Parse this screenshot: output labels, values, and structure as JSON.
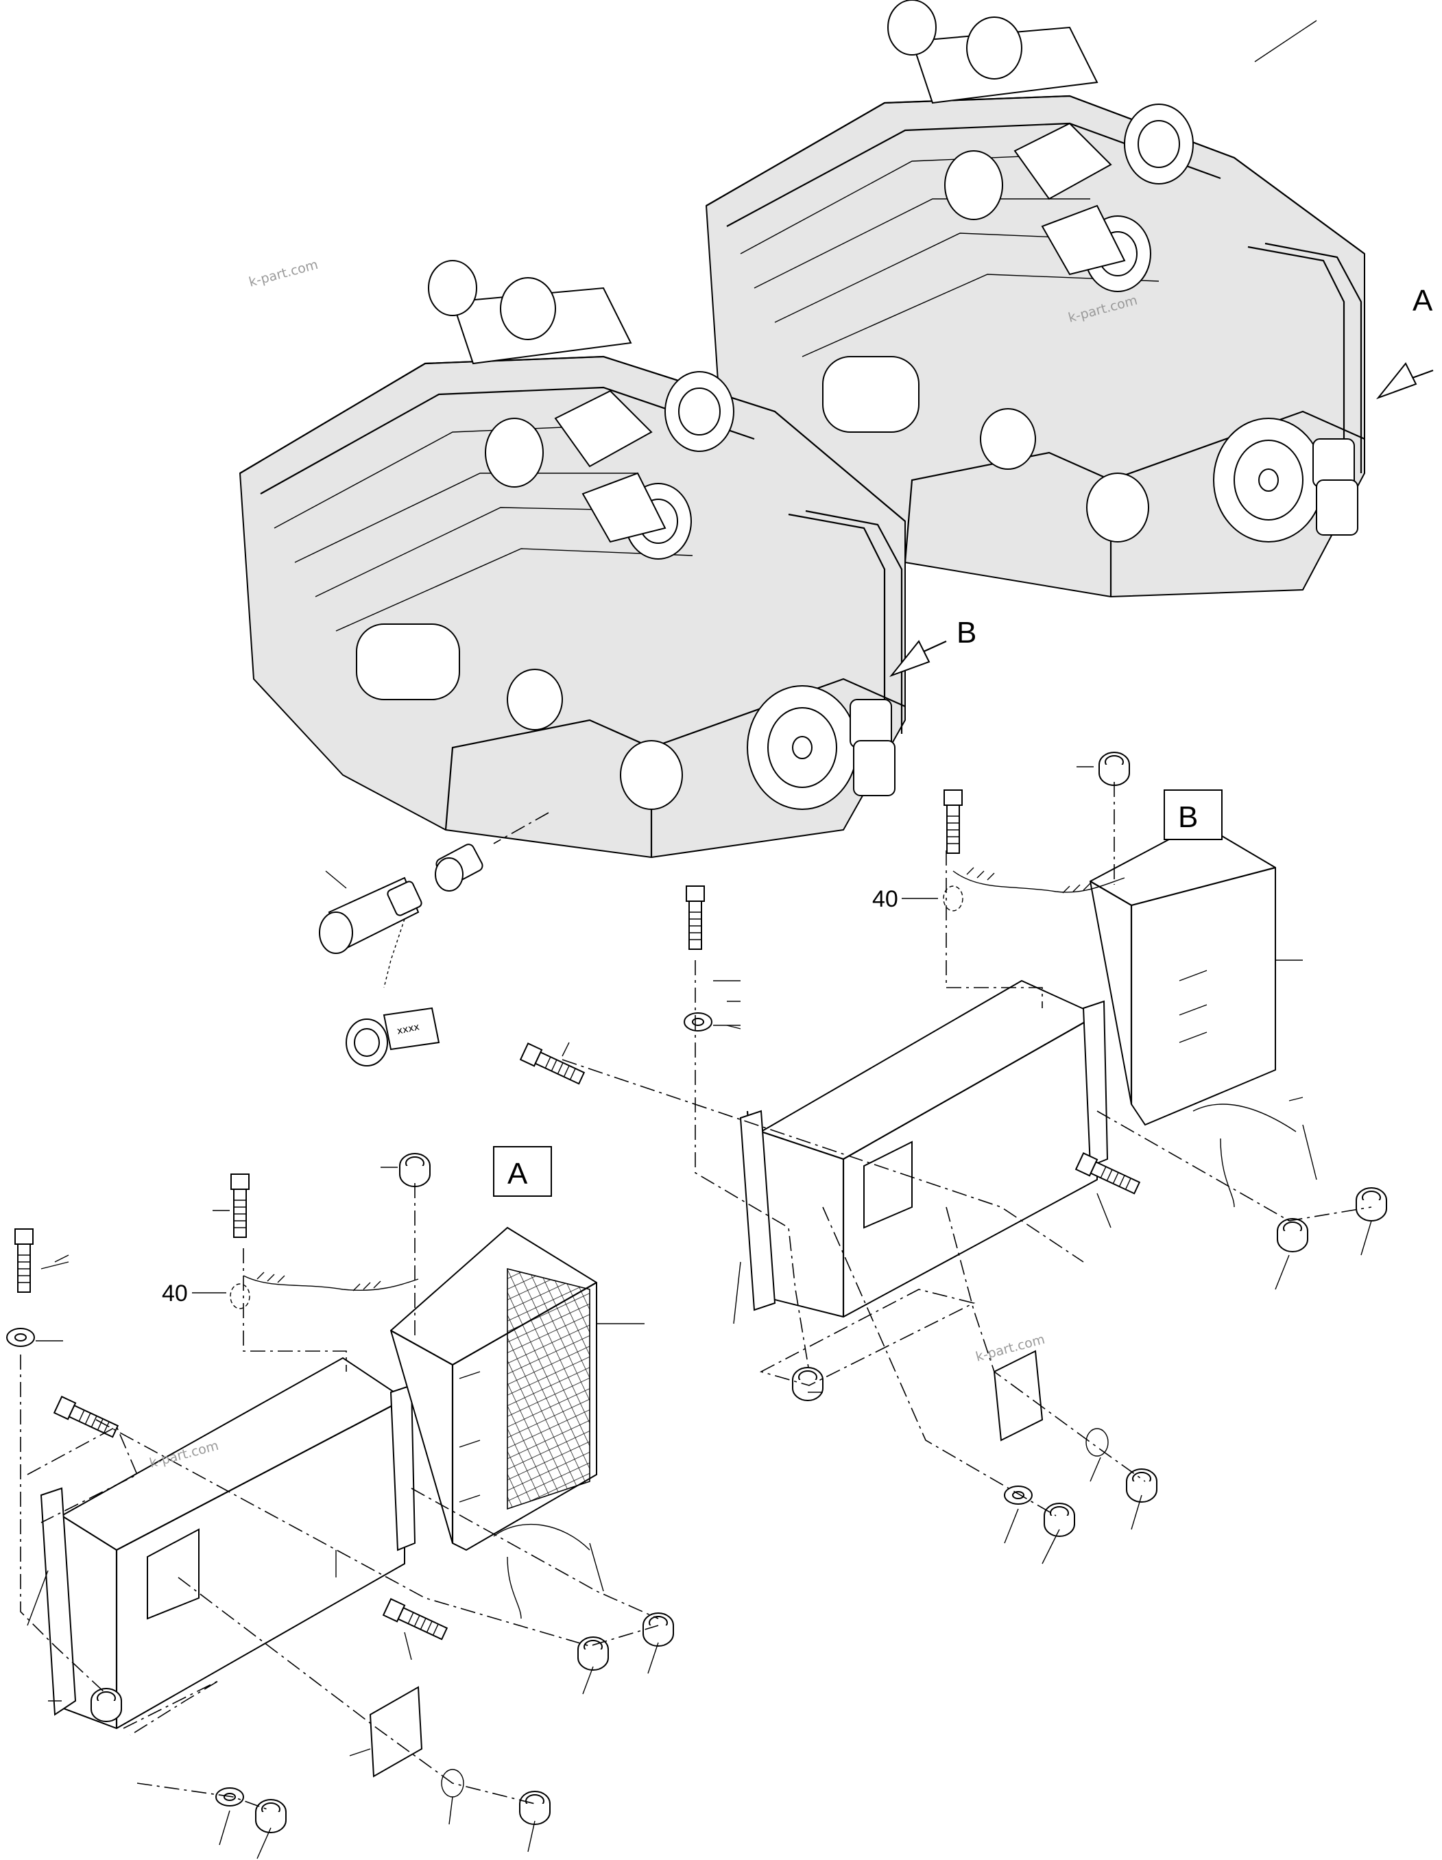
{
  "diagram": {
    "view_labels": {
      "arrow_a": "A",
      "arrow_b": "B",
      "box_a": "A",
      "box_b": "B"
    },
    "item_numbers": {
      "item_40_upper": "40",
      "item_40_lower": "40"
    },
    "plug_tag_text": "xxxx",
    "watermarks": [
      "k-part.com",
      "k-part.com",
      "k-part.com",
      "k-part.com"
    ]
  }
}
